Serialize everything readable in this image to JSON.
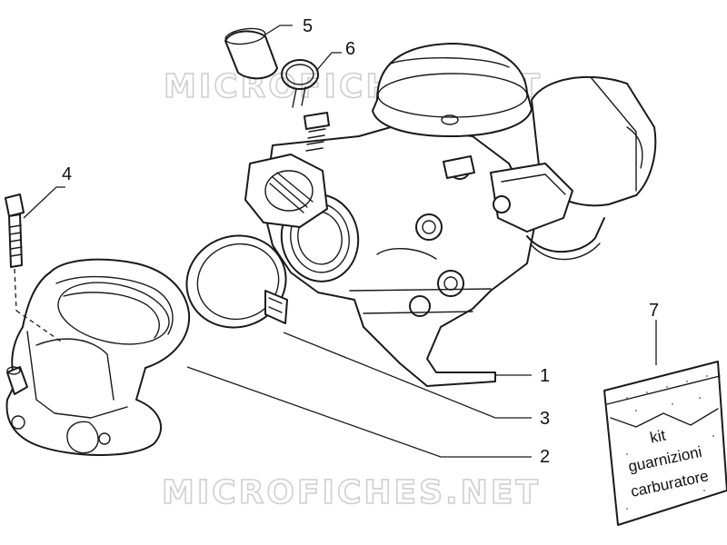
{
  "watermark": {
    "top_text": "MICROFICHES.NET",
    "bottom_text": "MICROFICHES.NET"
  },
  "callouts": {
    "carburetor": "1",
    "intake_manifold": "2",
    "hose_clamp": "3",
    "bolt": "4",
    "sleeve": "5",
    "spring_clip": "6",
    "gasket_kit": "7"
  },
  "kit_label": {
    "line1": "kit",
    "line2": "guarnizioni",
    "line3": "carburatore"
  },
  "colors": {
    "line": "#1a1a1a",
    "watermark": "#cfcfcf",
    "background": "#ffffff"
  }
}
